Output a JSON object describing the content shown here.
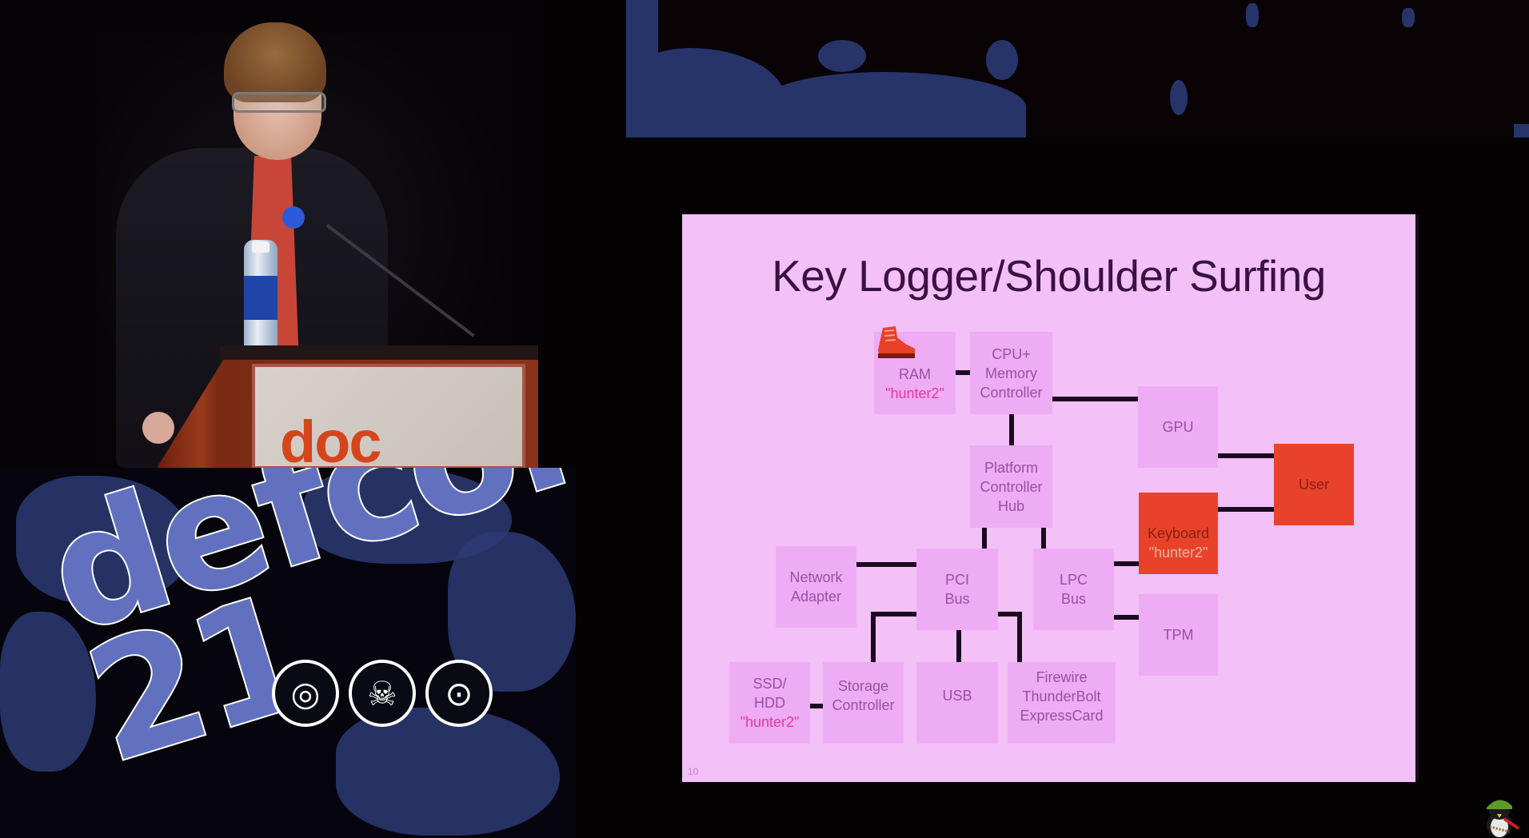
{
  "scene": {
    "description": "Conference talk video frame",
    "event_logo": {
      "word1": "def",
      "word2": "con",
      "number": "21"
    },
    "podium_logo": "doc"
  },
  "slide": {
    "title": "Key Logger/Shoulder Surfing",
    "number": "10",
    "colors": {
      "background": "#f3c0f7",
      "box": "#eeacf4",
      "box_text": "#9a4fa6",
      "compromised_box": "#e8432a",
      "secret_text": "#e8399a",
      "wire": "#1b0a1f",
      "title": "#3a1240"
    },
    "nodes": {
      "ram": {
        "lines": [
          "RAM"
        ],
        "secret": "\"hunter2\"",
        "icon": "boot-icon"
      },
      "cpu": {
        "lines": [
          "CPU+",
          "Memory",
          "Controller"
        ]
      },
      "gpu": {
        "lines": [
          "GPU"
        ]
      },
      "pch": {
        "lines": [
          "Platform",
          "Controller",
          "Hub"
        ]
      },
      "user": {
        "lines": [
          "User"
        ],
        "highlighted": true
      },
      "keyboard": {
        "lines": [
          "Keyboard"
        ],
        "secret": "\"hunter2\"",
        "highlighted": true
      },
      "network": {
        "lines": [
          "Network",
          "Adapter"
        ]
      },
      "pci": {
        "lines": [
          "PCI",
          "Bus"
        ]
      },
      "lpc": {
        "lines": [
          "LPC",
          "Bus"
        ]
      },
      "tpm": {
        "lines": [
          "TPM"
        ]
      },
      "ssd": {
        "lines": [
          "SSD/",
          "HDD"
        ],
        "secret": "\"hunter2\""
      },
      "storage": {
        "lines": [
          "Storage",
          "Controller"
        ]
      },
      "usb": {
        "lines": [
          "USB"
        ]
      },
      "firewire": {
        "lines": [
          "Firewire",
          "ThunderBolt",
          "ExpressCard"
        ]
      }
    }
  }
}
